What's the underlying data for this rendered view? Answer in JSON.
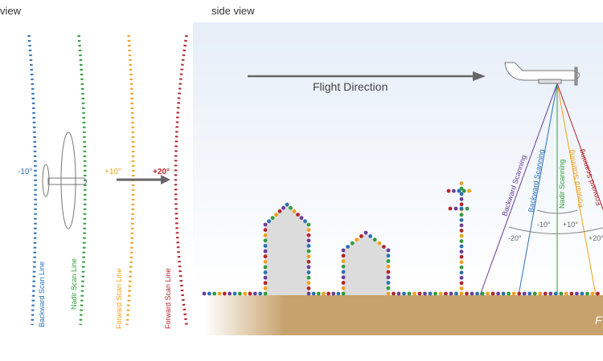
{
  "titles": {
    "top_view": "view",
    "side_view": "side view"
  },
  "top_view": {
    "scan_lines": [
      {
        "label": "Backward Scan Line",
        "angle": "-10°",
        "color": "#2a6fb4"
      },
      {
        "label": "Nadir Scan Line",
        "angle": "",
        "color": "#2e9b3c"
      },
      {
        "label": "Forward Scan Line",
        "angle": "+10°",
        "color": "#f0a020"
      },
      {
        "label": "Forward Scan Line",
        "angle": "+20°",
        "color": "#b3262b"
      }
    ]
  },
  "side_view": {
    "flight_direction": "Flight Direction",
    "beams": [
      {
        "label": "Backward Scanning",
        "color": "#6a3d9a"
      },
      {
        "label": "Backward Scanning",
        "color": "#2a6fb4"
      },
      {
        "label": "Nadir Scanning",
        "color": "#2e9b3c"
      },
      {
        "label": "Forward Scanning",
        "color": "#f0a020"
      },
      {
        "label": "Forward Scanning",
        "color": "#b3262b"
      }
    ],
    "angles": [
      "-20°",
      "-10°",
      "+10°",
      "+20°"
    ],
    "corner_letter": "F"
  },
  "colors": {
    "ground": "#c7a26c",
    "sky_top": "#e9f0f8",
    "building": "#dcdcdc",
    "arrow": "#666666"
  },
  "point_palette": [
    "#6a3d9a",
    "#2a6fb4",
    "#2e9b3c",
    "#f0a020",
    "#b3262b"
  ]
}
